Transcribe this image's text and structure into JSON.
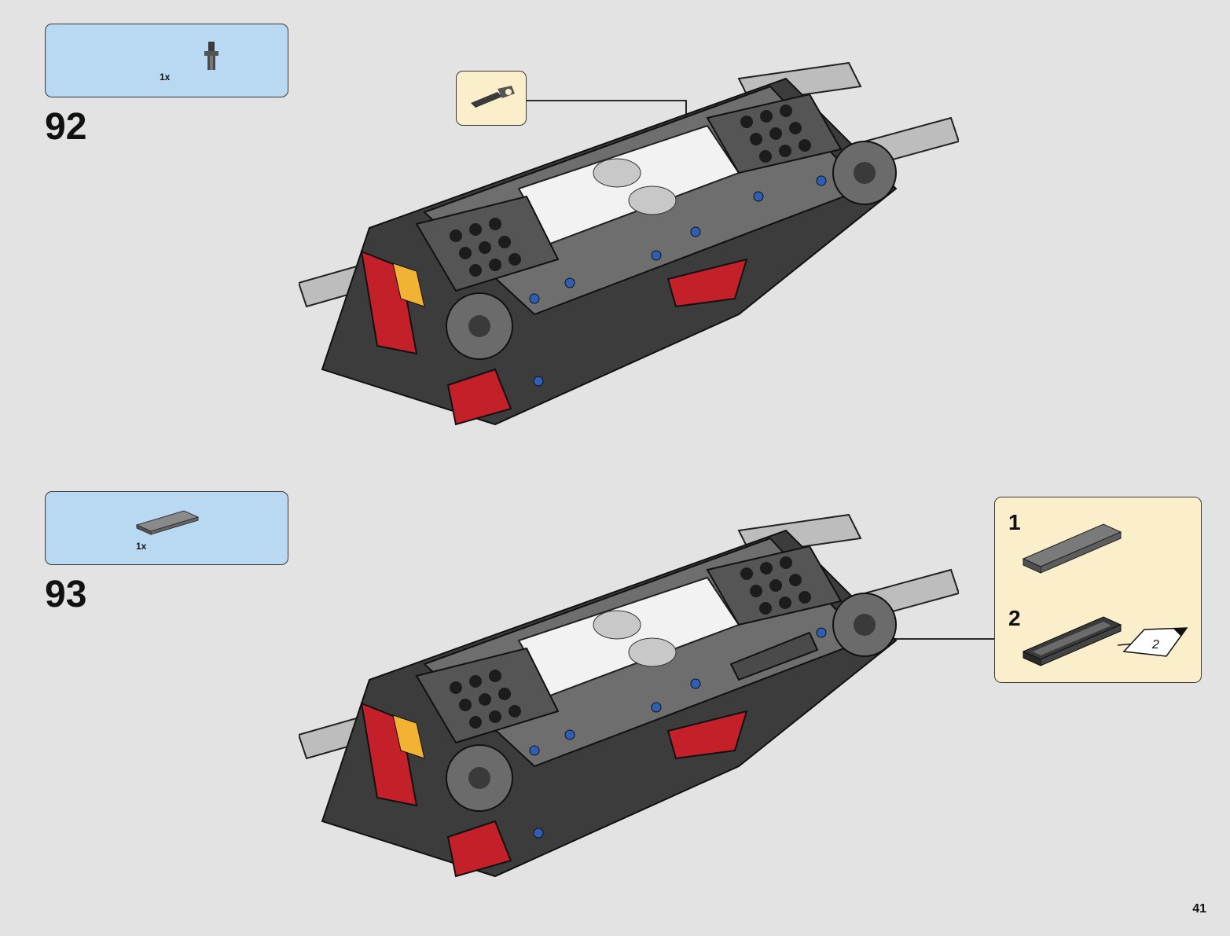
{
  "page": {
    "number": "41"
  },
  "steps": [
    {
      "number": "92",
      "parts": [
        {
          "icon": "technic-axle-pin-icon",
          "quantity": "1x"
        }
      ]
    },
    {
      "number": "93",
      "parts": [
        {
          "icon": "dark-gray-tile-icon",
          "quantity": "1x"
        }
      ],
      "callout": {
        "substeps": [
          {
            "number": "1"
          },
          {
            "number": "2"
          }
        ],
        "sticker_label": "2"
      }
    }
  ]
}
